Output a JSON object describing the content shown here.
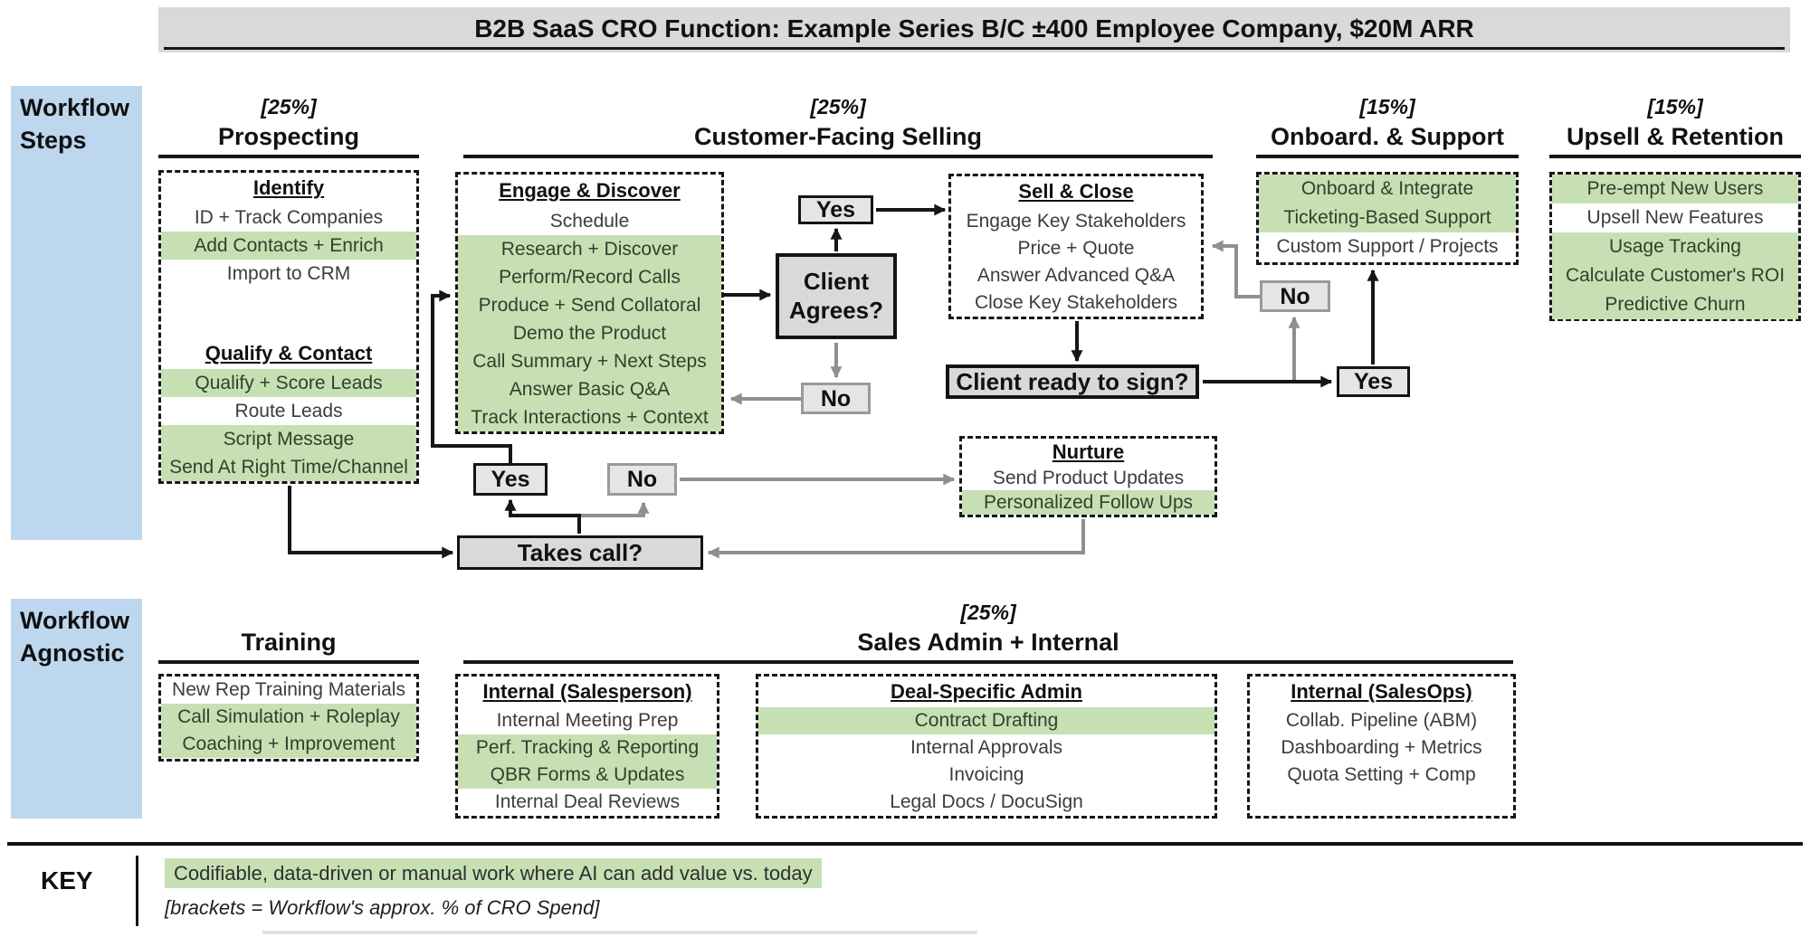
{
  "colors": {
    "green": "#c6e0b4",
    "blue": "#bdd7ee",
    "gray": "#d9d9d9"
  },
  "title": "B2B SaaS CRO Function: Example Series B/C ±400 Employee Company, $20M ARR",
  "sidebars": {
    "steps": {
      "line1": "Workflow",
      "line2": "Steps"
    },
    "agnostic": {
      "line1": "Workflow",
      "line2": "Agnostic"
    }
  },
  "headers": {
    "prospecting": {
      "percent": "[25%]",
      "title": "Prospecting"
    },
    "selling": {
      "percent": "[25%]",
      "title": "Customer-Facing Selling"
    },
    "onboard": {
      "percent": "[15%]",
      "title": "Onboard. & Support"
    },
    "upsell": {
      "percent": "[15%]",
      "title": "Upsell & Retention"
    },
    "training": {
      "title": "Training"
    },
    "sales_admin": {
      "percent": "[25%]",
      "title": "Sales Admin + Internal"
    }
  },
  "boxes": {
    "prospecting": {
      "group1_header": "Identify",
      "group1_rows": [
        {
          "text": "ID + Track Companies",
          "ai": false
        },
        {
          "text": "Add Contacts + Enrich",
          "ai": true
        },
        {
          "text": "Import to CRM",
          "ai": false
        }
      ],
      "group2_header": "Qualify & Contact",
      "group2_rows": [
        {
          "text": "Qualify + Score Leads",
          "ai": true
        },
        {
          "text": "Route Leads",
          "ai": false
        },
        {
          "text": "Script Message",
          "ai": true
        },
        {
          "text": "Send At Right Time/Channel",
          "ai": true
        }
      ]
    },
    "engage": {
      "header": "Engage & Discover",
      "rows": [
        {
          "text": "Schedule",
          "ai": false
        },
        {
          "text": "Research + Discover",
          "ai": true
        },
        {
          "text": "Perform/Record Calls",
          "ai": true
        },
        {
          "text": "Produce + Send Collatoral",
          "ai": true
        },
        {
          "text": "Demo the Product",
          "ai": true
        },
        {
          "text": "Call Summary + Next Steps",
          "ai": true
        },
        {
          "text": "Answer Basic Q&A",
          "ai": true
        },
        {
          "text": "Track Interactions + Context",
          "ai": true
        }
      ]
    },
    "sell_close": {
      "header": "Sell & Close",
      "rows": [
        {
          "text": "Engage Key Stakeholders",
          "ai": false
        },
        {
          "text": "Price + Quote",
          "ai": false
        },
        {
          "text": "Answer Advanced Q&A",
          "ai": false
        },
        {
          "text": "Close Key Stakeholders",
          "ai": false
        }
      ]
    },
    "nurture": {
      "header": "Nurture",
      "rows": [
        {
          "text": "Send Product Updates",
          "ai": false
        },
        {
          "text": "Personalized Follow Ups",
          "ai": true
        }
      ]
    },
    "onboard": {
      "rows": [
        {
          "text": "Onboard & Integrate",
          "ai": true
        },
        {
          "text": "Ticketing-Based Support",
          "ai": true
        },
        {
          "text": "Custom Support / Projects",
          "ai": false
        }
      ]
    },
    "upsell": {
      "rows": [
        {
          "text": "Pre-empt New Users",
          "ai": true
        },
        {
          "text": "Upsell New Features",
          "ai": false
        },
        {
          "text": "Usage Tracking",
          "ai": true
        },
        {
          "text": "Calculate Customer's ROI",
          "ai": true
        },
        {
          "text": "Predictive Churn",
          "ai": true
        }
      ]
    },
    "training": {
      "rows": [
        {
          "text": "New Rep Training Materials",
          "ai": false
        },
        {
          "text": "Call Simulation + Roleplay",
          "ai": true
        },
        {
          "text": "Coaching + Improvement",
          "ai": true
        }
      ]
    },
    "internal_salesperson": {
      "header": "Internal (Salesperson)",
      "rows": [
        {
          "text": "Internal Meeting Prep",
          "ai": false
        },
        {
          "text": "Perf. Tracking & Reporting",
          "ai": true
        },
        {
          "text": "QBR Forms & Updates",
          "ai": true
        },
        {
          "text": "Internal Deal Reviews",
          "ai": false
        }
      ]
    },
    "deal_admin": {
      "header": "Deal-Specific Admin",
      "rows": [
        {
          "text": "Contract Drafting",
          "ai": true
        },
        {
          "text": "Internal Approvals",
          "ai": false
        },
        {
          "text": "Invoicing",
          "ai": false
        },
        {
          "text": "Legal Docs / DocuSign",
          "ai": false
        }
      ]
    },
    "internal_salesops": {
      "header": "Internal (SalesOps)",
      "rows": [
        {
          "text": "Collab. Pipeline (ABM)",
          "ai": false
        },
        {
          "text": "Dashboarding + Metrics",
          "ai": false
        },
        {
          "text": "Quota Setting + Comp",
          "ai": false
        }
      ]
    }
  },
  "decisions": {
    "client_agrees": "Client Agrees?",
    "client_ready": "Client ready to sign?",
    "takes_call": "Takes call?",
    "yes": "Yes",
    "no": "No"
  },
  "key": {
    "label": "KEY",
    "green_note": "Codifiable, data-driven or manual work where AI can add value vs. today",
    "brackets_note": "[brackets = Workflow's approx. % of CRO Spend]"
  }
}
